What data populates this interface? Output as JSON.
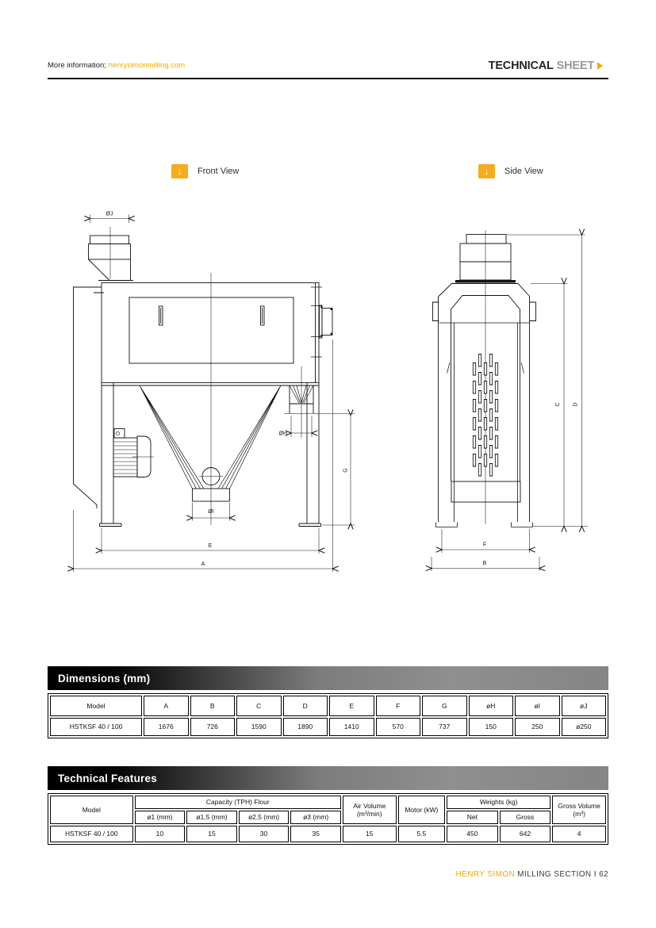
{
  "header": {
    "more_info": "More information;",
    "link": "henrysimonmilling.com",
    "brand_bold": "TECHNICAL",
    "brand_light": "SHEET"
  },
  "views": {
    "front_label": "Front View",
    "side_label": "Side View",
    "arrow_icon": "↓"
  },
  "drawing": {
    "front": {
      "oj": "ØJ",
      "oh": "ØH",
      "oi": "ØI",
      "g": "G",
      "e": "E",
      "a": "A"
    },
    "side": {
      "c": "C",
      "d": "D",
      "f": "F",
      "b": "B"
    }
  },
  "dimensions_table": {
    "title": "Dimensions (mm)",
    "columns": [
      "Model",
      "A",
      "B",
      "C",
      "D",
      "E",
      "F",
      "G",
      "øH",
      "øI",
      "øJ"
    ],
    "row": [
      "HSTKSF 40 / 100",
      "1676",
      "726",
      "1590",
      "1890",
      "1410",
      "570",
      "737",
      "150",
      "250",
      "ø250"
    ]
  },
  "features_table": {
    "title": "Technical Features",
    "model_header": "Model",
    "capacity_group": "Capacity (TPH) Flour",
    "capacity_cols": [
      "ø1 (mm)",
      "ø1,5 (mm)",
      "ø2,5 (mm)",
      "ø3 (mm)"
    ],
    "air_header": "Air Volume (m³/min)",
    "motor_header": "Motor (kW)",
    "weights_group": "Weights (kg)",
    "weights_cols": [
      "Net",
      "Gross"
    ],
    "gross_volume_header": "Gross Volume (m³)",
    "row": [
      "HSTKSF 40 / 100",
      "10",
      "15",
      "30",
      "35",
      "15",
      "5.5",
      "450",
      "642",
      "4"
    ]
  },
  "footer": {
    "brand": "HENRY SIMON",
    "rest": " MILLING SECTION I 62"
  },
  "colors": {
    "accent_orange": "#F5A800",
    "icon_orange": "#F6AC1C",
    "bar_gradient_start": "#000000",
    "bar_gradient_end": "#8f8f8f"
  }
}
